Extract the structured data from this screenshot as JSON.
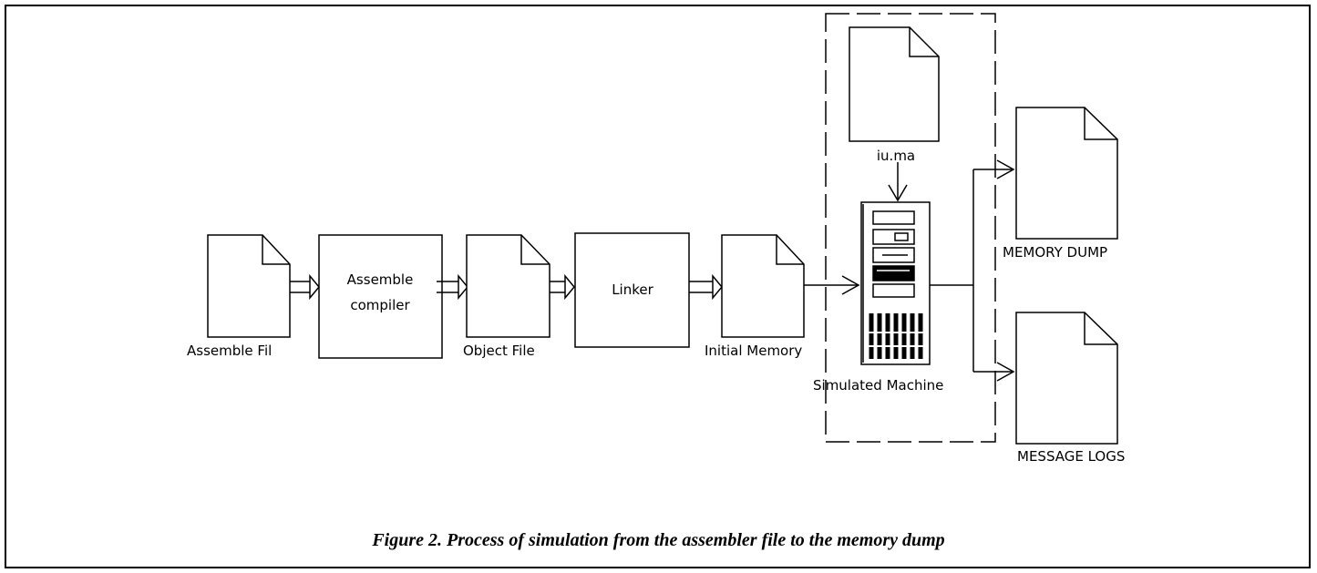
{
  "nodes": {
    "assemble_file": "Assemble Fil",
    "assembler_line1": "Assemble",
    "assembler_line2": "compiler",
    "object_file": "Object File",
    "linker": "Linker",
    "initial_memory": "Initial Memory",
    "iu_ma": "iu.ma",
    "simulated_machine": "Simulated Machine",
    "memory_dump": "MEMORY  DUMP",
    "message_logs": "MESSAGE LOGS"
  },
  "caption": "Figure 2. Process of simulation from the assembler file to the memory dump"
}
